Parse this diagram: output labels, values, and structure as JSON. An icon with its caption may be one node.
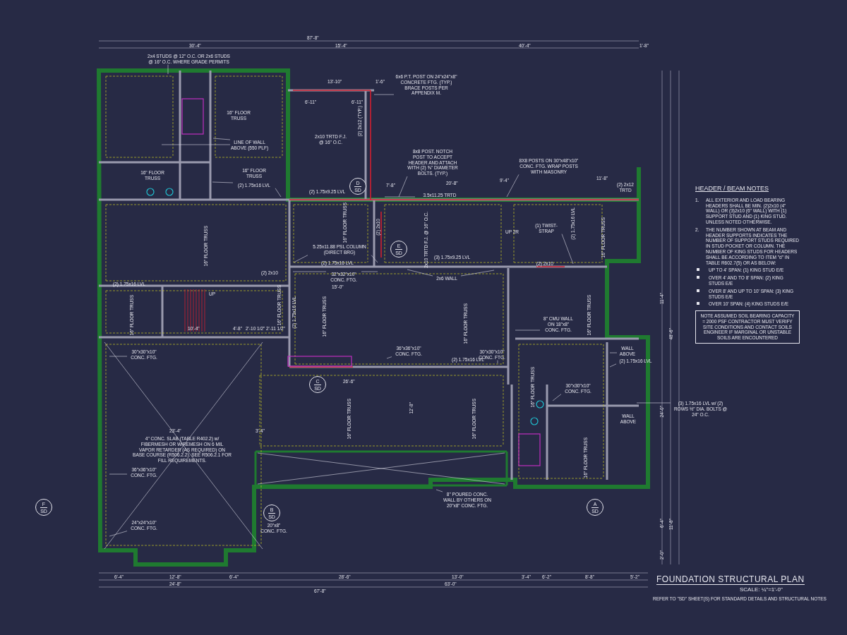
{
  "diagram": {
    "title": "FOUNDATION STRUCTURAL PLAN",
    "nodes": [
      {
        "text": [
          "2x4 STUDS @ 12\" O.C. OR 2x6 STUDS @ 16\" O.C. WHERE GRADE PERMITS"
        ]
      },
      {
        "text": [
          "6x6 P.T. POST ON 24\"x24\"x8\" CONCRETE FTG. (TYP.) BRACE POSTS PER APPENDIX M."
        ]
      },
      {
        "text": [
          "LINE OF WALL ABOVE (550 PLF)"
        ]
      },
      {
        "text": [
          "(2) 1.75x16 LVL"
        ]
      },
      {
        "text": [
          "8x8 POST. NOTCH POST TO ACCEPT HEADER AND ATTACH WITH (2) ⅝\" DIAMETER BOLTS. (TYP.)"
        ]
      },
      {
        "text": [
          "8X8 POSTS ON 30\"x48\"x10\" CONC. FTG. WRAP POSTS WITH MASONRY"
        ]
      },
      {
        "text": [
          "3.5x11.25 TRTD"
        ]
      },
      {
        "text": [
          "(1) TWIST-STRAP"
        ]
      },
      {
        "text": [
          "5.25x11.88 PSL COLUMN (DIRECT BRG)"
        ]
      },
      {
        "text": [
          "32\"x32\"x10\" CONC. FTG."
        ]
      },
      {
        "text": [
          "2x6 WALL"
        ]
      },
      {
        "text": [
          "8\" CMU WALL ON 18\"x8\" CONC. FTG."
        ]
      },
      {
        "text": [
          "36\"x36\"x10\" CONC. FTG."
        ]
      },
      {
        "text": [
          "30\"x30\"x10\" CONC. FTG."
        ]
      },
      {
        "text": [
          "WALL ABOVE"
        ]
      },
      {
        "text": [
          "(2) 1.75x16 LVL"
        ]
      },
      {
        "text": [
          "30\"x30\"x10\" CONC. FTG."
        ]
      },
      {
        "text": [
          "(3) 1.75x16 LVL w/ (2) ROWS ½\" DIA. BOLTS @ 24\" O.C."
        ]
      },
      {
        "text": [
          "30\"x30\"x10\" CONC. FTG."
        ]
      },
      {
        "text": [
          "36\"x36\"x10\" CONC. FTG."
        ]
      },
      {
        "text": [
          "24\"x24\"x10\" CONC. FTG."
        ]
      },
      {
        "text": [
          "8\" POURED CONC. WALL BY OTHERS ON 20\"x8\" CONC. FTG."
        ]
      },
      {
        "text": [
          "NOTE ASSUMED SOIL BEARING CAPACITY = 2000 PSF CONTRACTOR MUST VERIFY SITE CONDITIONS AND CONTACT SOILS ENGINEER IF MARGINAL OR UNSTABLE SOILS ARE ENCOUNTERED"
        ]
      },
      {
        "text": [
          "D",
          "SD"
        ]
      },
      {
        "text": [
          "E",
          "SD"
        ]
      },
      {
        "text": [
          "C",
          "SD"
        ]
      },
      {
        "text": [
          "B",
          "SD"
        ]
      },
      {
        "text": [
          "A",
          "SD"
        ]
      },
      {
        "text": [
          "F",
          "SD"
        ]
      }
    ],
    "edges": [
      {
        "from": 0,
        "to": null,
        "arrow": "none"
      },
      {
        "from": 1,
        "to": null,
        "arrow": "none"
      },
      {
        "from": 2,
        "to": null,
        "arrow": "none"
      },
      {
        "from": 2,
        "to": null,
        "arrow": "none"
      },
      {
        "from": 3,
        "to": null,
        "arrow": "none"
      },
      {
        "from": 3,
        "to": null,
        "arrow": "none"
      },
      {
        "from": 4,
        "to": null,
        "arrow": "none"
      },
      {
        "from": 5,
        "to": null,
        "arrow": "none"
      },
      {
        "from": 6,
        "to": null,
        "arrow": "none"
      },
      {
        "from": 7,
        "to": null,
        "arrow": "none"
      },
      {
        "from": 8,
        "to": null,
        "arrow": "none"
      },
      {
        "from": 8,
        "to": null,
        "arrow": "none"
      },
      {
        "from": 9,
        "to": null,
        "arrow": "none"
      },
      {
        "from": 9,
        "to": null,
        "arrow": "none"
      },
      {
        "from": 10,
        "to": null,
        "arrow": "none"
      },
      {
        "from": 10,
        "to": null,
        "arrow": "none"
      },
      {
        "from": 11,
        "to": null,
        "arrow": "none"
      },
      {
        "from": 12,
        "to": null,
        "arrow": "none"
      },
      {
        "from": 13,
        "to": null,
        "arrow": "none"
      },
      {
        "from": 14,
        "to": null,
        "arrow": "none"
      },
      {
        "from": 15,
        "to": null,
        "arrow": "none"
      },
      {
        "from": 16,
        "to": null,
        "arrow": "none"
      },
      {
        "from": 17,
        "to": null,
        "arrow": "none"
      },
      {
        "from": 18,
        "to": null,
        "arrow": "none"
      },
      {
        "from": 19,
        "to": null,
        "arrow": "none"
      },
      {
        "from": 20,
        "to": null,
        "arrow": "none"
      },
      {
        "from": 21,
        "to": null,
        "arrow": "none"
      }
    ],
    "labels": [
      "87'-8\"",
      "30'-4\"",
      "15'-4\"",
      "40'-4\"",
      "1'-8\"",
      "13'-10\"",
      "1'-6\"",
      "6'-11\"",
      "6'-11\"",
      "(2) 2x12 (TYP.)",
      "16\" FLOOR TRUSS",
      "2x10 TRTD F.J. @ 16\" O.C.",
      "16\" FLOOR TRUSS",
      "16\" FLOOR TRUSS",
      "7'-8\"",
      "20'-8\"",
      "9'-4\"",
      "(2) 2x12 TRTD",
      "11'-8\"",
      "(2) 1.75x9.25 LVL",
      "16\" FLOOR TRUSS",
      "16\" FLOOR TRUSS",
      "(2) 2x10",
      "2x10 TRTD F.J. @ 16\" O.C.",
      "UP 2R",
      "(2) 1.75x16 LVL",
      "16\" FLOOR TRUSS",
      "(2) 1.75x16 LVL",
      "(3) 1.75x9.25 LVL",
      "(2) 2x10",
      "(2) 2x10",
      "(2) 1.75x16 LVL",
      "15'-0\"",
      "16\" FLOOR TRUSS",
      "UP",
      "16\" FLOOR TRUSS",
      "(2) 1.75x16 LVL",
      "16\" FLOOR TRUSS",
      "16\" FLOOR TRUSS",
      "16\" FLOOR TRUSS",
      "10'-4\"",
      "4'-8\"",
      "2'-10 1/2\"",
      "2'-11 1/2\"",
      "(2) 1.75x16 LVL",
      "26'-6\"",
      "16\" FLOOR TRUSS",
      "12'-8\"",
      "16\" FLOOR TRUSS",
      "16\" FLOOR TRUSS",
      "WALL ABOVE",
      "16\" FLOOR TRUSS",
      "23'-4\"",
      "3'-4\"",
      "4\" CONC. SLAB (TABLE R402.2) w/ FIBERMESH OR WIREMESH ON 6 MIL VAPOR RETARDER (AS REQUIRED) ON BASE COURSE (R506.2.2). SEE R506.2.1 FOR FILL REQUIREMENTS.",
      "20\"x8\" CONC. FTG.",
      "6'-4\"",
      "12'-8\"",
      "6'-4\"",
      "28'-6\"",
      "13'-0\"",
      "3'-4\"",
      "6'-2\"",
      "8'-8\"",
      "5'-2\"",
      "24'-8\"",
      "63'-0\"",
      "67'-8\"",
      "HEADER / BEAM NOTES",
      "1.",
      "ALL EXTERIOR AND LOAD BEARING HEADERS SHALL BE MIN. (2)2x10 (4\" WALL) OR (3)2x10 (6\" WALL) WITH (1) SUPPORT STUD AND (1) KING STUD. UNLESS NOTED OTHERWISE.",
      "2.",
      "THE NUMBER SHOWN AT BEAM AND HEADER SUPPORTS INDICATES THE NUMBER OF SUPPORT STUDS REQUIRED IN STUD POCKET OR COLUMN. THE NUMBER OF KING STUDS FOR HEADERS SHALL BE ACCORDING TO ITEM \"d\" IN TABLE R602.7(5) OR AS BELOW:",
      "UP TO 4' SPAN: (1) KING STUD E/E",
      "OVER 4' AND TO 8' SPAN: (2) KING STUDS E/E",
      "OVER 8' AND UP TO 10' SPAN: (3) KING STUDS E/E",
      "OVER 10' SPAN: (4) KING STUDS E/E",
      "11'-4\"",
      "48'-6\"",
      "24'-0\"",
      "6'-4\"",
      "11'-8\"",
      "2'-0\"",
      "SCALE: ¼\"=1'-0\"",
      "REFER TO \"SD\" SHEET(S) FOR STANDARD DETAILS AND STRUCTURAL NOTES"
    ]
  }
}
